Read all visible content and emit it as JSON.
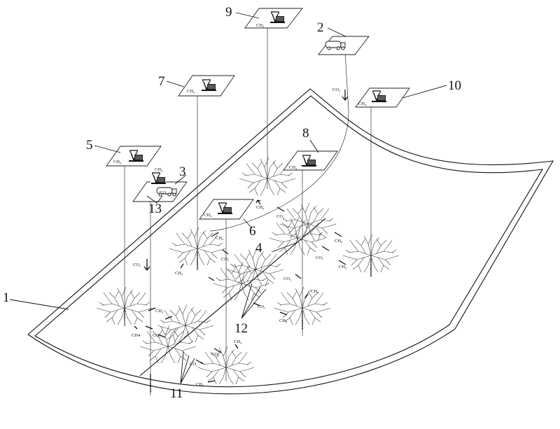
{
  "labels": {
    "n1": "1",
    "n2": "2",
    "n3": "3",
    "n4": "4",
    "n5": "5",
    "n6": "6",
    "n7": "7",
    "n8": "8",
    "n9": "9",
    "n10": "10",
    "n11": "11",
    "n12": "12",
    "n13": "13"
  },
  "gas": {
    "ch4": "CH₄",
    "co2": "CO₂",
    "ch4_alt": "CH4"
  },
  "colors": {
    "line": "#222222",
    "background": "#ffffff"
  },
  "icons": [
    "pump-jack-icon",
    "co2-tank-truck-icon",
    "fracture-network-icon",
    "arrow-icon"
  ]
}
